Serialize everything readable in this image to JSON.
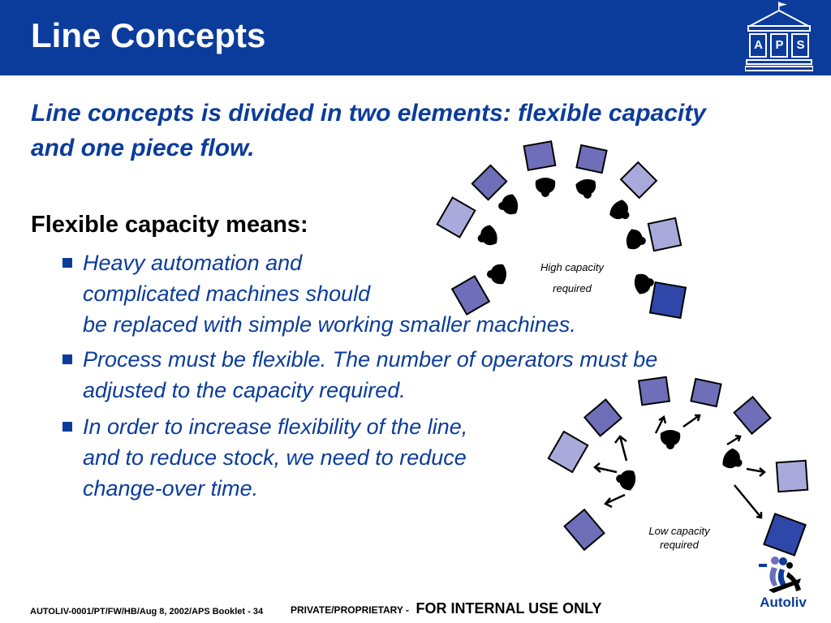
{
  "header": {
    "title": "Line Concepts",
    "logo": {
      "icon": "building-icon",
      "letters": [
        "A",
        "P",
        "S"
      ]
    }
  },
  "subtitle": "Line concepts is divided in two elements: flexible capacity and one piece flow.",
  "section_heading": "Flexible capacity means:",
  "bullets": [
    {
      "lines": [
        "Heavy automation and",
        "complicated machines should",
        "be replaced with simple working smaller machines."
      ]
    },
    {
      "lines": [
        "Process must be flexible. The number of operators must be",
        "adjusted to the capacity required."
      ]
    },
    {
      "lines": [
        "In order to increase flexibility of the line,",
        "and to reduce stock, we need to reduce",
        "change-over time."
      ]
    }
  ],
  "figures": {
    "high_capacity": {
      "icon": "u-shaped-cell-many-operators-icon",
      "caption_lines": [
        "High capacity",
        "required"
      ]
    },
    "low_capacity": {
      "icon": "u-shaped-cell-few-operators-icon",
      "caption_lines": [
        "Low capacity",
        "required"
      ]
    }
  },
  "footer": {
    "doc_ref": "AUTOLIV-0001/PT/FW/HB/Aug 8, 2002/APS Booklet - 34",
    "private_label": "PRIVATE/PROPRIETARY -",
    "internal_label": "FOR INTERNAL USE ONLY",
    "brand": "Autoliv",
    "brand_icon": "autoliv-figure-icon"
  },
  "colors": {
    "primary_blue": "#0b3c9b",
    "machine_light": "#a9aadb",
    "machine_mid": "#6e6fb8",
    "machine_dark": "#2f47a8"
  }
}
